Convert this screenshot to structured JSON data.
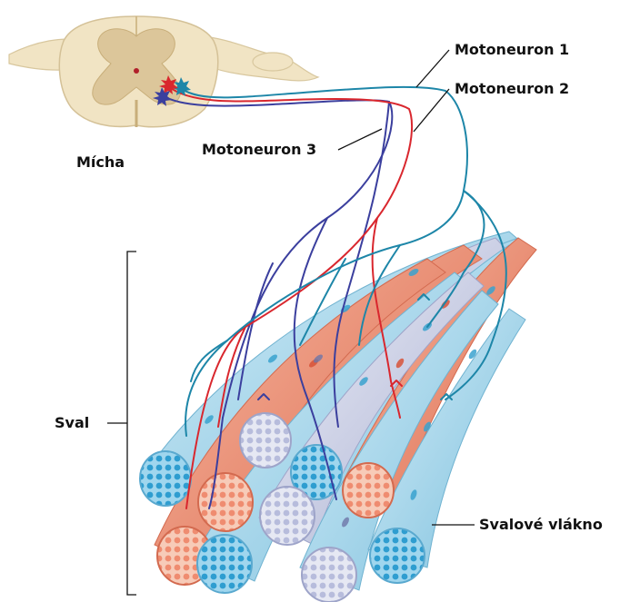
{
  "labels": {
    "spinal_cord": "Mícha",
    "motoneuron_1": "Motoneuron 1",
    "motoneuron_2": "Motoneuron 2",
    "motoneuron_3": "Motoneuron 3",
    "muscle": "Sval",
    "muscle_fiber": "Svalové vlákno"
  },
  "colors": {
    "motoneuron_1": "#1d86a8",
    "motoneuron_2": "#d9272e",
    "motoneuron_3": "#3b3f9e",
    "fiber_blue": "#8fcbe4",
    "fiber_red": "#ea8f75",
    "fiber_gray": "#c6cbe2",
    "spinal_white_matter": "#f1e4c4",
    "spinal_gray_matter": "#dcc69a"
  }
}
